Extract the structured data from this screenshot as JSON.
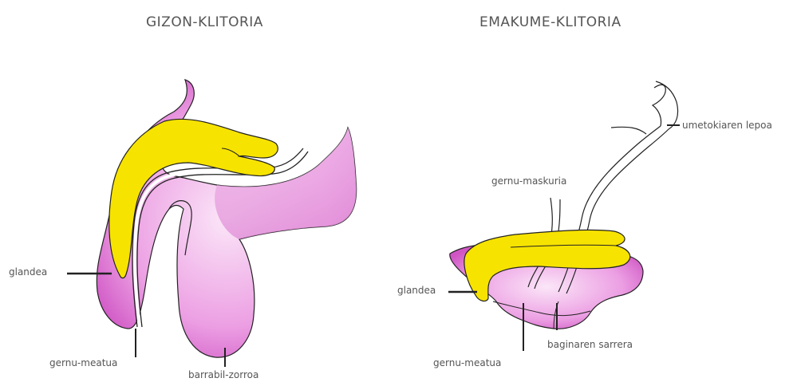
{
  "diagrams": {
    "left": {
      "title": "GIZON-KLITORIA",
      "labels": {
        "glans": "glandea",
        "urethra": "gernu-meatua",
        "scrotum": "barrabil-zorroa"
      }
    },
    "right": {
      "title": "EMAKUME-KLITORIA",
      "labels": {
        "cervix": "umetokiaren lepoa",
        "bladder": "gernu-maskuria",
        "glans": "glandea",
        "urethra": "gernu-meatua",
        "vagina": "baginaren sarrera"
      }
    }
  },
  "colors": {
    "pink": "#e8a6e0",
    "pink_dark": "#c23fb8",
    "yellow": "#f7e300",
    "outline": "#222222",
    "label_text": "#555555"
  }
}
